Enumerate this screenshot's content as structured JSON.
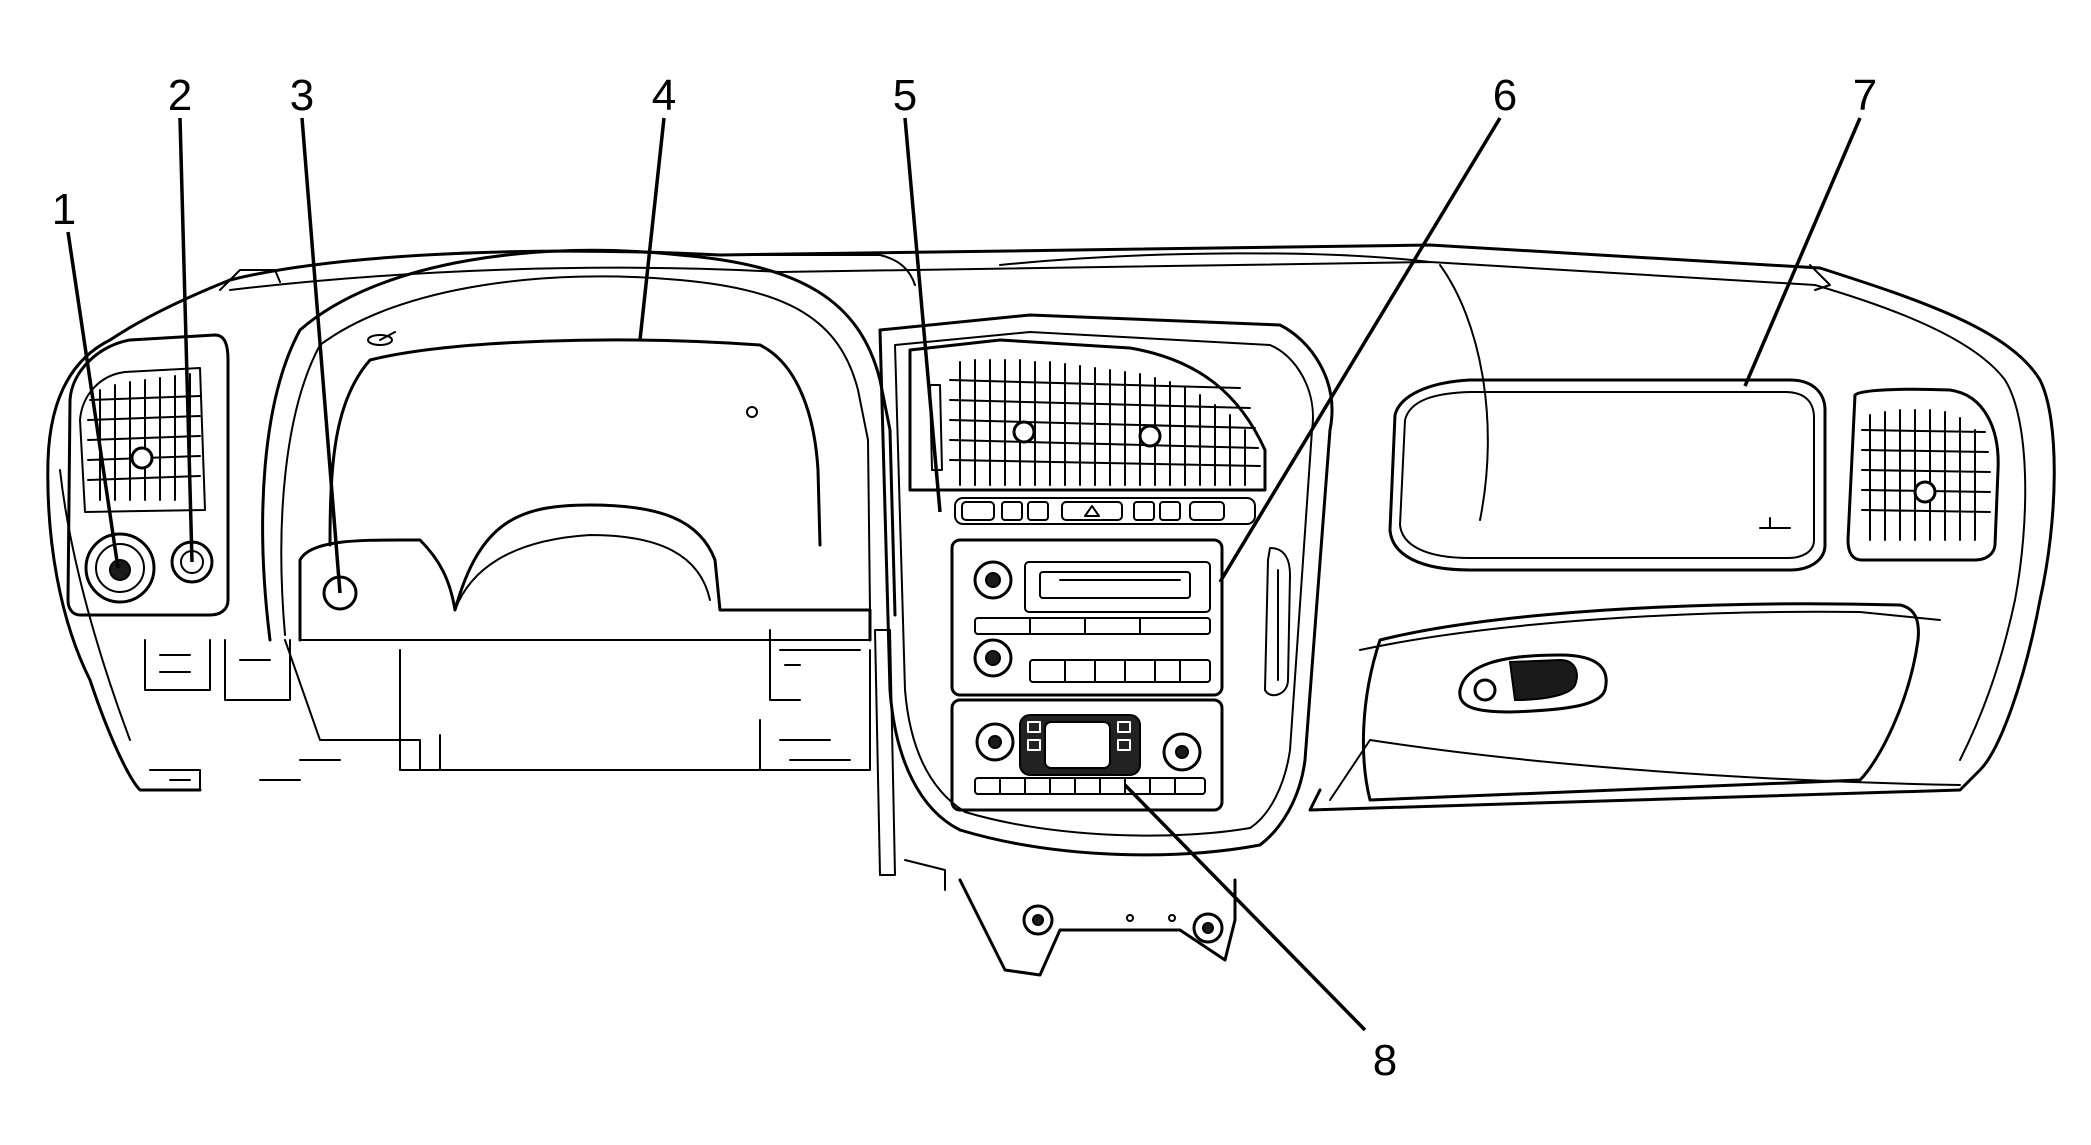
{
  "callouts": [
    {
      "id": 1,
      "label": "1"
    },
    {
      "id": 2,
      "label": "2"
    },
    {
      "id": 3,
      "label": "3"
    },
    {
      "id": 4,
      "label": "4"
    },
    {
      "id": 5,
      "label": "5"
    },
    {
      "id": 6,
      "label": "6"
    },
    {
      "id": 7,
      "label": "7"
    },
    {
      "id": 8,
      "label": "8"
    }
  ],
  "icons": {
    "headlamp_switch": "headlamp-switch-icon",
    "dimmer_control": "dimmer-control-icon",
    "audio_knob": "audio-knob-icon",
    "hvac_knob": "hvac-knob-icon",
    "vent_grille": "vent-grille-icon",
    "glovebox_latch": "glovebox-latch-icon"
  },
  "colors": {
    "line": "#000000",
    "background": "#ffffff"
  }
}
